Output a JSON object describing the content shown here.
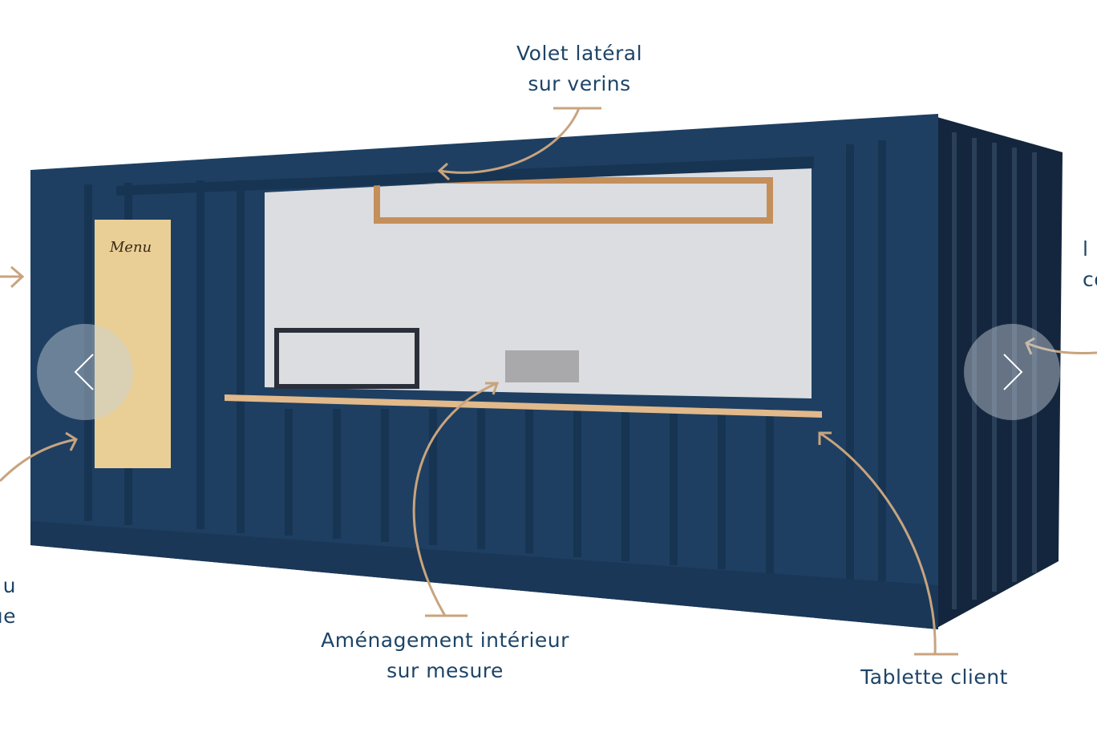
{
  "annotations": {
    "top": [
      "Volet latéral",
      "sur verins"
    ],
    "bottom_center": [
      "Aménagement intérieur",
      "sur mesure"
    ],
    "bottom_right": [
      "Tablette client"
    ],
    "left_partial": [
      "u",
      "ue"
    ],
    "right_partial": [
      "l",
      "co"
    ]
  },
  "menu_board": "Menu",
  "carousel": {
    "prev_icon": "chevron-left-icon",
    "next_icon": "chevron-right-icon"
  },
  "colors": {
    "container": "#1c3c5e",
    "text": "#1d4468",
    "arrow": "#c8a47e",
    "wood": "#e9cf96"
  }
}
